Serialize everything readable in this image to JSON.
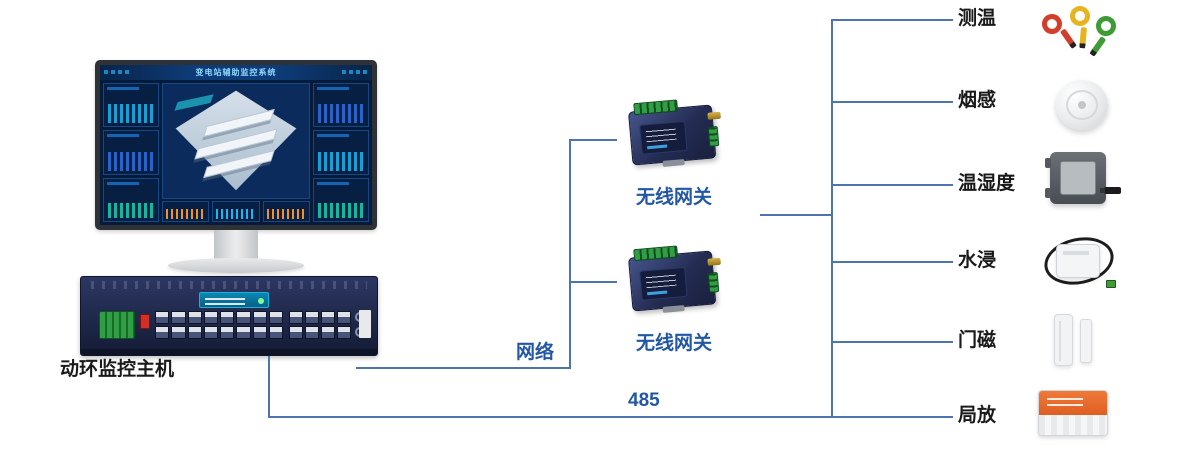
{
  "colors": {
    "line": "#4e74ad",
    "label-blue": "#2257a5",
    "label-dark": "#1a1a1a"
  },
  "monitor": {
    "screen_title": "变电站辅助监控系统"
  },
  "host": {
    "label": "动环监控主机"
  },
  "links": {
    "network": "网络",
    "bus": "485"
  },
  "gateways": [
    {
      "label": "无线网关"
    },
    {
      "label": "无线网关"
    }
  ],
  "sensors": [
    {
      "label": "测温"
    },
    {
      "label": "烟感"
    },
    {
      "label": "温湿度"
    },
    {
      "label": "水浸"
    },
    {
      "label": "门磁"
    },
    {
      "label": "局放"
    }
  ]
}
